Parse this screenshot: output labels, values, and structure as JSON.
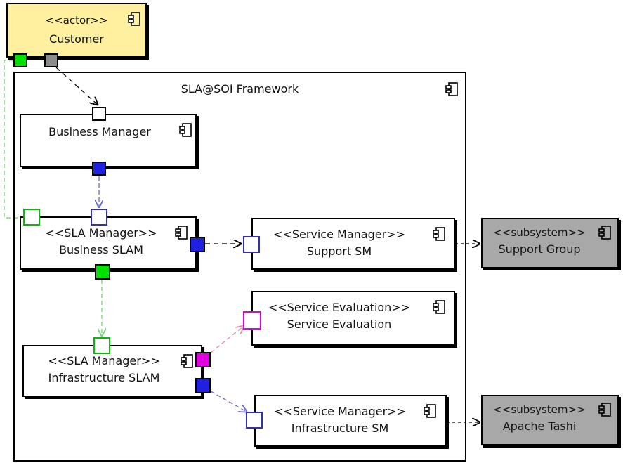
{
  "framework": {
    "title": "SLA@SOI Framework"
  },
  "customer": {
    "stereotype": "<<actor>>",
    "name": "Customer"
  },
  "business_manager": {
    "name": "Business Manager"
  },
  "business_slam": {
    "stereotype": "<<SLA Manager>>",
    "name": "Business SLAM"
  },
  "infrastructure_slam": {
    "stereotype": "<<SLA Manager>>",
    "name": "Infrastructure SLAM"
  },
  "support_sm": {
    "stereotype": "<<Service Manager>>",
    "name": "Support SM"
  },
  "service_evaluation": {
    "stereotype": "<<Service Evaluation>>",
    "name": "Service Evaluation"
  },
  "infrastructure_sm": {
    "stereotype": "<<Service Manager>>",
    "name": "Infrastructure SM"
  },
  "support_group": {
    "stereotype": "<<subsystem>>",
    "name": "Support Group"
  },
  "apache_tashi": {
    "stereotype": "<<subsystem>>",
    "name": "Apache Tashi"
  },
  "colors": {
    "actor_fill": "#fff0a0",
    "subsystem_fill": "#a8a8a8",
    "port_green": "#00e000",
    "port_blue": "#2020e0",
    "port_gray": "#8c8c8c",
    "port_magenta": "#e000e0",
    "line_green": "#88e088",
    "line_blue": "#8888d8",
    "line_pink": "#e08aa0"
  }
}
